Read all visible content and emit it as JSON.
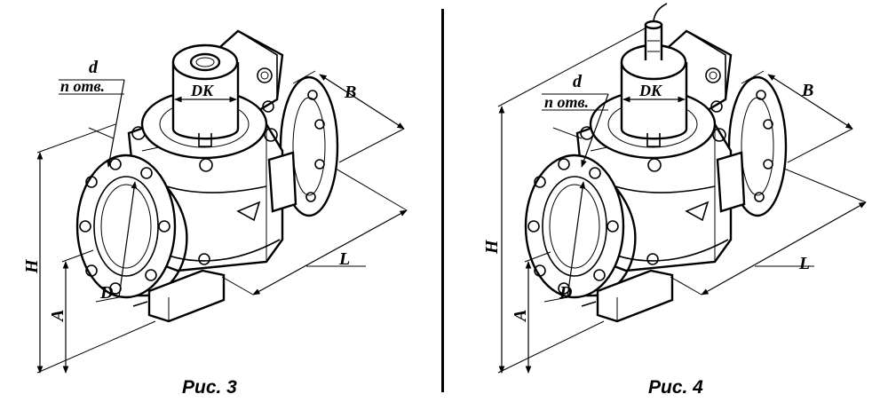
{
  "labels": {
    "d": "d",
    "n_holes": "n отв.",
    "dk": "DK",
    "b": "B",
    "h": "H",
    "a": "A",
    "l": "L",
    "d_big": "D"
  },
  "captions": {
    "fig3": "Рис. 3",
    "fig4": "Рис. 4"
  }
}
